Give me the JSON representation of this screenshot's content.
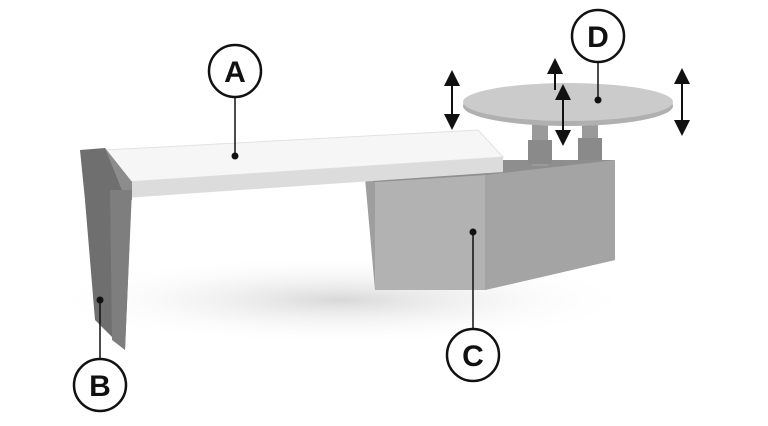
{
  "labels": {
    "a": "A",
    "b": "B",
    "c": "C",
    "d": "D"
  },
  "colors": {
    "desktop": "#f4f4f4",
    "leg": "#7a7a7a",
    "cabinet": "#a9a9a9",
    "round_table": "#c9c9c9",
    "outline": "#111111"
  }
}
